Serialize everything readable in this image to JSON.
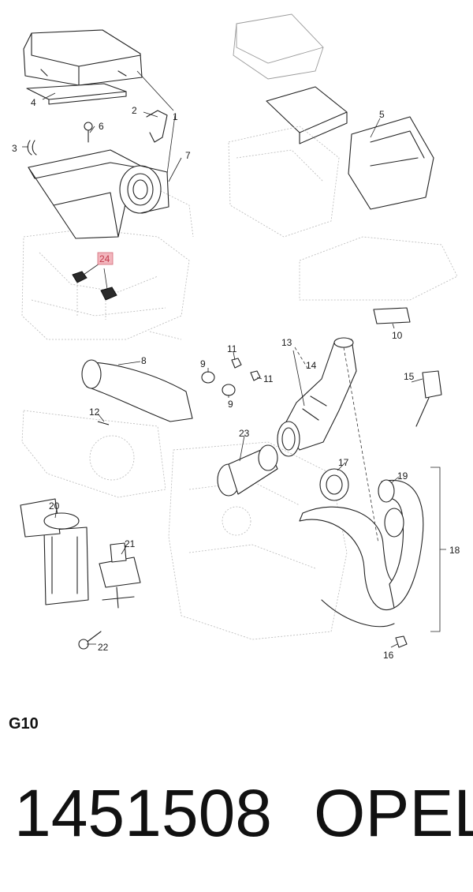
{
  "diagram": {
    "callouts": [
      {
        "id": "c1",
        "label": "1"
      },
      {
        "id": "c2",
        "label": "2"
      },
      {
        "id": "c3",
        "label": "3"
      },
      {
        "id": "c4",
        "label": "4"
      },
      {
        "id": "c5",
        "label": "5"
      },
      {
        "id": "c6",
        "label": "6"
      },
      {
        "id": "c7",
        "label": "7"
      },
      {
        "id": "c8",
        "label": "8"
      },
      {
        "id": "c9a",
        "label": "9"
      },
      {
        "id": "c9b",
        "label": "9"
      },
      {
        "id": "c10",
        "label": "10"
      },
      {
        "id": "c11a",
        "label": "11"
      },
      {
        "id": "c11b",
        "label": "11"
      },
      {
        "id": "c12",
        "label": "12"
      },
      {
        "id": "c13",
        "label": "13"
      },
      {
        "id": "c14",
        "label": "14"
      },
      {
        "id": "c15",
        "label": "15"
      },
      {
        "id": "c16",
        "label": "16"
      },
      {
        "id": "c17",
        "label": "17"
      },
      {
        "id": "c18",
        "label": "18"
      },
      {
        "id": "c19",
        "label": "19"
      },
      {
        "id": "c20",
        "label": "20"
      },
      {
        "id": "c21",
        "label": "21"
      },
      {
        "id": "c22",
        "label": "22"
      },
      {
        "id": "c23",
        "label": "23"
      },
      {
        "id": "c24",
        "label": "24",
        "highlighted": true
      }
    ],
    "highlight_color": "#f2b6bd"
  },
  "footer": {
    "section": "G10",
    "part_number": "1451508",
    "brand": "OPEL"
  }
}
